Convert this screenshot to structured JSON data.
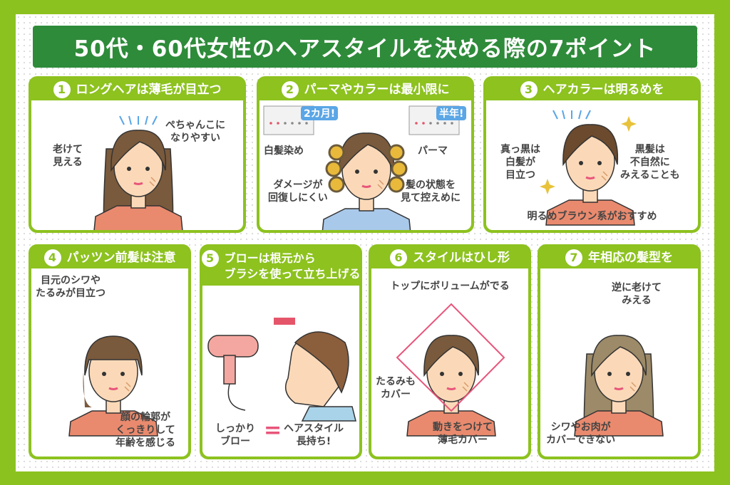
{
  "title": "50代・60代女性のヘアスタイルを決める際の7ポイント",
  "colors": {
    "frame": "#8cc21f",
    "title_bg": "#2e8b3a",
    "card_header": "#8dc21f",
    "accent_pink": "#e8557a",
    "badge_blue": "#5aa6e6",
    "hair_brown": "#7a5a3c"
  },
  "cards": [
    {
      "num": "1",
      "heading": "ロングヘアは薄毛が目立つ",
      "labels": [
        "ぺちゃんこに\nなりやすい",
        "老けて\n見える"
      ]
    },
    {
      "num": "2",
      "heading": "パーマやカラーは最小限に",
      "badges": [
        "2カ月!",
        "半年!"
      ],
      "labels": [
        "白髪染め",
        "パーマ",
        "ダメージが\n回復しにくい",
        "髪の状態を\n見て控えめに"
      ]
    },
    {
      "num": "3",
      "heading": "ヘアカラーは明るめを",
      "labels": [
        "真っ黒は\n白髪が\n目立つ",
        "黒髪は\n不自然に\nみえることも",
        "明るめブラウン系がおすすめ"
      ]
    },
    {
      "num": "4",
      "heading": "パッツン前髪は注意",
      "labels": [
        "目元のシワや\nたるみが目立つ",
        "顔の輪郭が\nくっきりして\n年齢を感じる"
      ]
    },
    {
      "num": "5",
      "heading": "ブローは根元から\nブラシを使って立ち上げる",
      "labels": [
        "しっかり\nブロー",
        "=",
        "ヘアスタイル\n長持ち!"
      ]
    },
    {
      "num": "6",
      "heading": "スタイルはひし形",
      "labels": [
        "トップにボリュームがでる",
        "たるみも\nカバー",
        "動きをつけて\n薄毛カバー"
      ]
    },
    {
      "num": "7",
      "heading": "年相応の髪型を",
      "labels": [
        "逆に老けて\nみえる",
        "シワやお肉が\nカバーできない"
      ]
    }
  ]
}
